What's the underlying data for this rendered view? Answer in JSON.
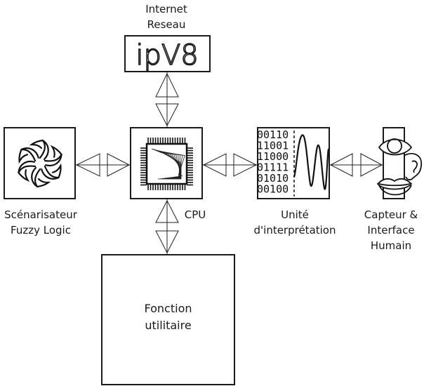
{
  "diagram": {
    "nodes": {
      "network": {
        "label": "Internet\nReseau",
        "box_text": "ipV8",
        "icon": "ipv8-logo"
      },
      "cpu": {
        "label": "CPU",
        "icon": "microchip-icon"
      },
      "scenarizer": {
        "label": "Scénarisateur\nFuzzy Logic",
        "icon": "spiral-blades-icon"
      },
      "interpreter": {
        "label": "Unité\nd'interprétation",
        "icon": "binary-waveform-icon",
        "bits": [
          "00110",
          "11001",
          "11000",
          "01111",
          "01010",
          "00100"
        ]
      },
      "human_interface": {
        "label": "Capteur &\nInterface\nHumain",
        "icon": "eye-ear-mouth-icon"
      },
      "utility": {
        "label": "Fonction\nutilitaire"
      }
    },
    "edges": [
      {
        "from": "network",
        "to": "cpu",
        "type": "bidirectional"
      },
      {
        "from": "scenarizer",
        "to": "cpu",
        "type": "bidirectional"
      },
      {
        "from": "cpu",
        "to": "interpreter",
        "type": "bidirectional"
      },
      {
        "from": "interpreter",
        "to": "human_interface",
        "type": "bidirectional"
      },
      {
        "from": "cpu",
        "to": "utility",
        "type": "bidirectional"
      }
    ]
  }
}
